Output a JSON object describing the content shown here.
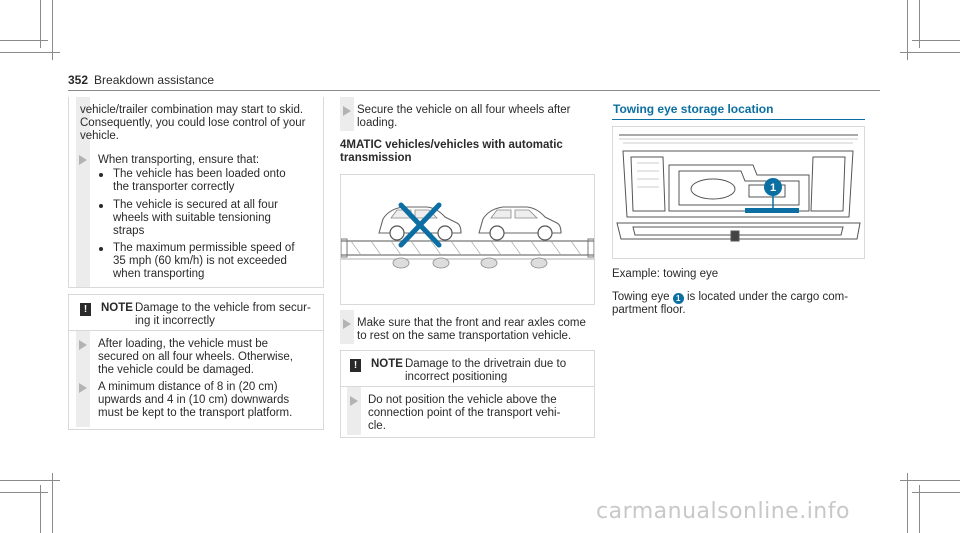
{
  "header": {
    "page_number": "352",
    "section_title": "Breakdown assistance"
  },
  "col1": {
    "intro": "vehicle/trailer combination may start to skid.\nConsequently, you could lose control of your\nvehicle.",
    "step1": "When transporting, ensure that:",
    "bullets": [
      "The vehicle has been loaded onto\nthe transporter correctly",
      "The vehicle is secured at all four\nwheels with suitable tensioning\nstraps",
      "The maximum permissible speed of\n35 mph (60 km/h) is not exceeded\nwhen transporting"
    ],
    "note_label": "NOTE",
    "note_text": "Damage to the vehicle from secur-\ning it incorrectly",
    "step2": "After loading, the vehicle must be\nsecured on all four wheels. Otherwise,\nthe vehicle could be damaged.",
    "step3": "A minimum distance of 8 in (20 cm)\nupwards and 4 in (10 cm) downwards\nmust be kept to the transport platform."
  },
  "col2": {
    "step1": "Secure the vehicle on all four wheels after\nloading.",
    "heading": "4MATIC vehicles/vehicles with automatic\ntransmission",
    "step2": "Make sure that the front and rear axles come\nto rest on the same transportation vehicle.",
    "note_label": "NOTE",
    "note_text": "Damage to the drivetrain due to\nincorrect positioning",
    "step3": "Do not position the vehicle above the\nconnection point of the transport vehi-\ncle."
  },
  "col3": {
    "heading": "Towing eye storage location",
    "callout": "1",
    "caption": "Example: towing eye",
    "text_before": "Towing eye",
    "text_after": "is located under the cargo com-\npartment floor."
  },
  "watermark": "carmanualsonline.info",
  "colors": {
    "accent": "#0b6fa3",
    "text": "#2a2a2a"
  }
}
